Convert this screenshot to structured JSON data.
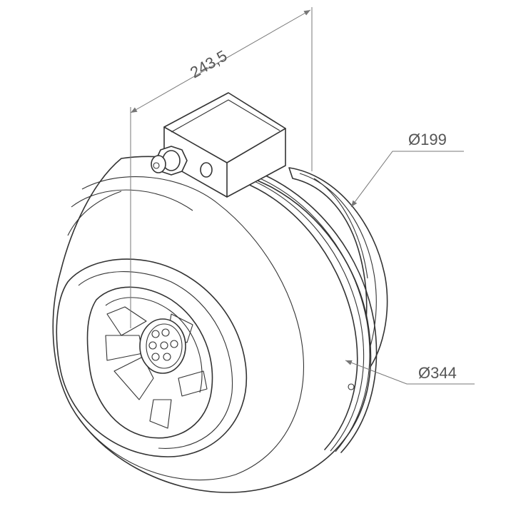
{
  "dimensions": {
    "length": "243,5",
    "outlet_diameter": "Ø199",
    "housing_diameter": "Ø344"
  },
  "colors": {
    "outline": "#333333",
    "dimension_line": "#777777",
    "dimension_text": "#555555",
    "background": "#ffffff"
  }
}
